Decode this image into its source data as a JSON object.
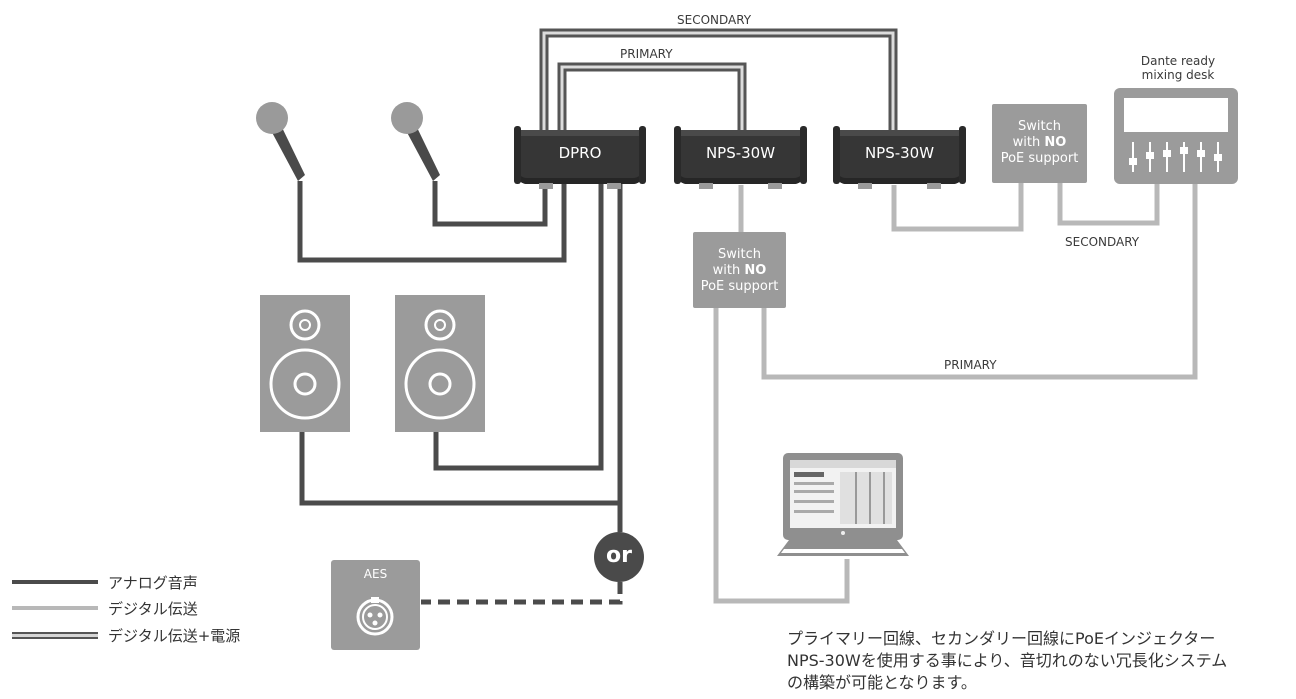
{
  "devices": {
    "dpro": "DPRO",
    "nps_1": "NPS-30W",
    "nps_2": "NPS-30W"
  },
  "switch_left": {
    "line1": "Switch",
    "with": "with ",
    "no": "NO",
    "line3": "PoE support"
  },
  "switch_right": {
    "line1": "Switch",
    "with": "with ",
    "no": "NO",
    "line3": "PoE support"
  },
  "mixing_desk": {
    "line1": "Dante ready",
    "line2": "mixing desk"
  },
  "links": {
    "secondary_top": "SECONDARY",
    "primary_top": "PRIMARY",
    "secondary_right": "SECONDARY",
    "primary_bottom": "PRIMARY"
  },
  "aes": "AES",
  "or": "or",
  "legend": {
    "analog": "アナログ音声",
    "digital": "デジタル伝送",
    "digital_power": "デジタル伝送+電源"
  },
  "note": {
    "line1": "プライマリー回線、セカンダリー回線にPoEインジェクター",
    "line2": "NPS-30Wを使用する事により、音切れのない冗長化システム",
    "line3": "の構築が可能となります。"
  },
  "colors": {
    "analog_line": "#4b4b4b",
    "digital_line": "#b8b8b8",
    "device_dark": "#363636",
    "box_grey": "#9b9b9b"
  }
}
